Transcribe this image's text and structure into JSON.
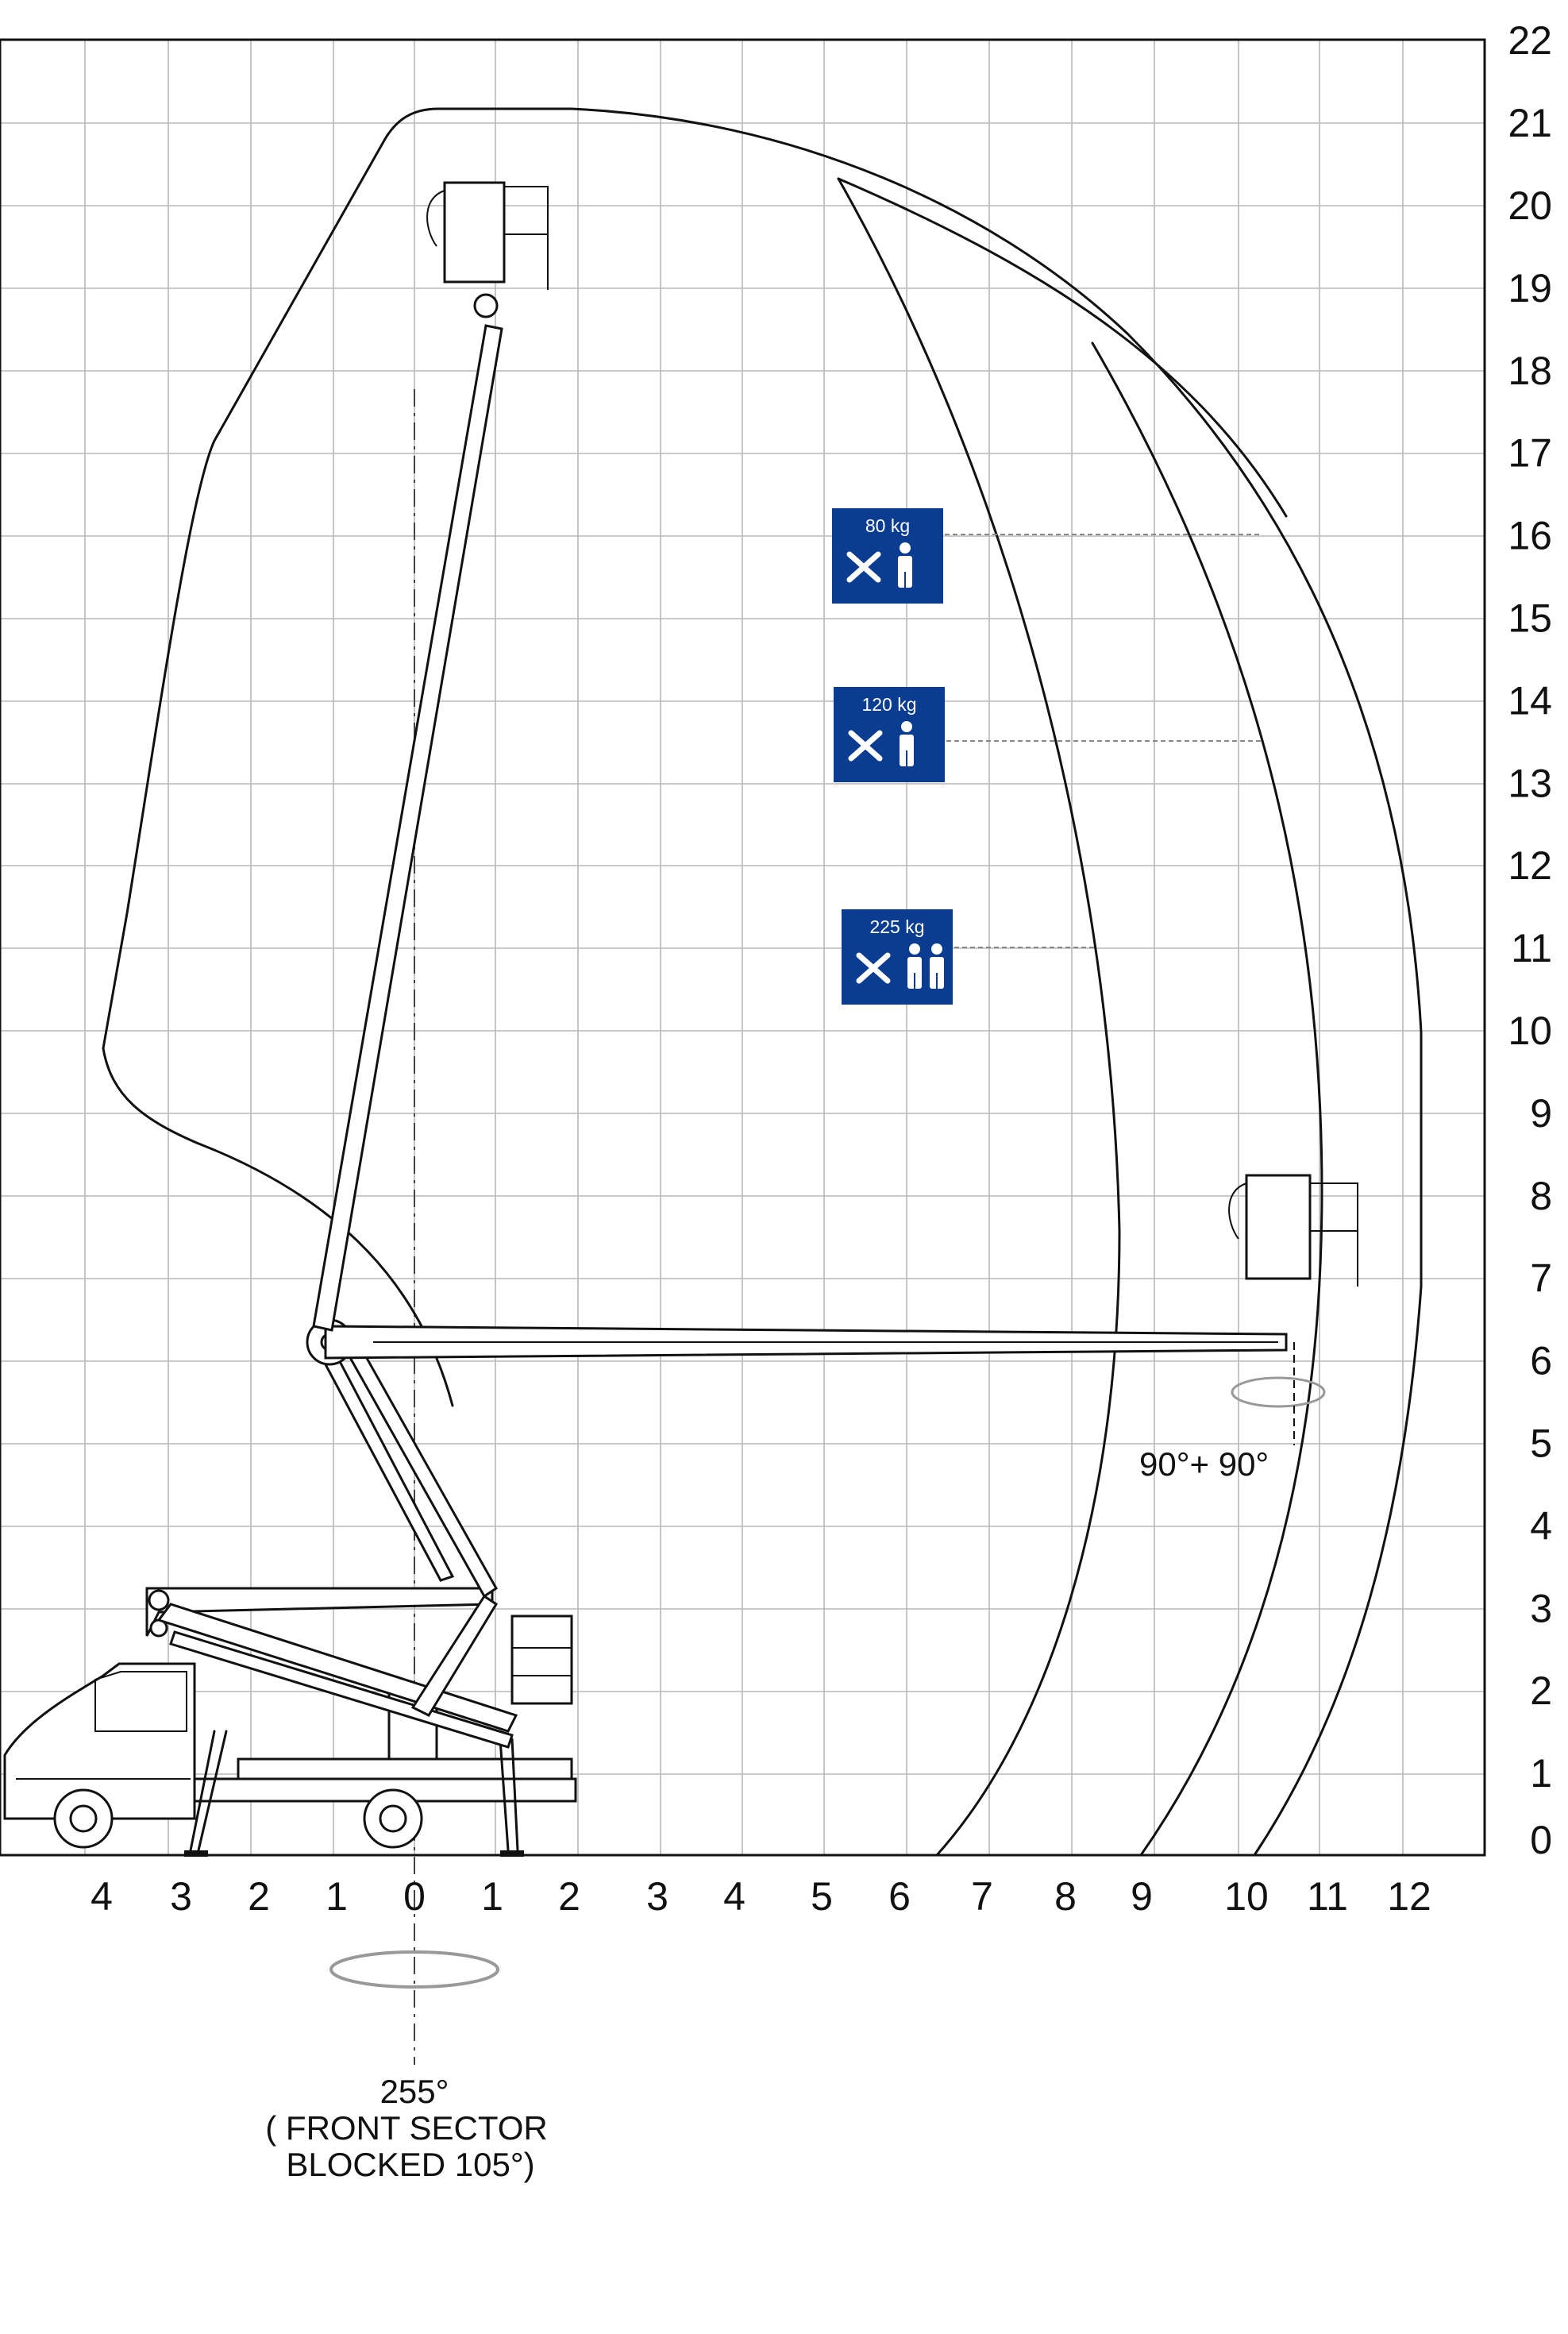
{
  "axes": {
    "y_ticks": [
      "0",
      "1",
      "2",
      "3",
      "4",
      "5",
      "6",
      "7",
      "8",
      "9",
      "10",
      "11",
      "12",
      "13",
      "14",
      "15",
      "16",
      "17",
      "18",
      "19",
      "20",
      "21",
      "22"
    ],
    "x_ticks_left": [
      "4",
      "3",
      "2",
      "1",
      "0"
    ],
    "x_ticks_right": [
      "1",
      "2",
      "3",
      "4",
      "5",
      "6",
      "7",
      "8",
      "9",
      "10",
      "11",
      "12"
    ]
  },
  "load_badges": [
    {
      "label": "80 kg",
      "persons": 1,
      "color": "#0a3d91"
    },
    {
      "label": "120 kg",
      "persons": 1,
      "color": "#0a3d91"
    },
    {
      "label": "225 kg",
      "persons": 2,
      "color": "#0a3d91"
    }
  ],
  "annotations": {
    "basket_rotation": "90°+ 90°",
    "turret_rotation": "255°",
    "front_sector_line1": "( FRONT SECTOR",
    "front_sector_line2": "BLOCKED 105°)"
  },
  "icons": [
    "truck-icon",
    "aerial-platform-icon",
    "basket-icon",
    "rotation-arrow-icon",
    "tools-icon",
    "worker-icon"
  ]
}
